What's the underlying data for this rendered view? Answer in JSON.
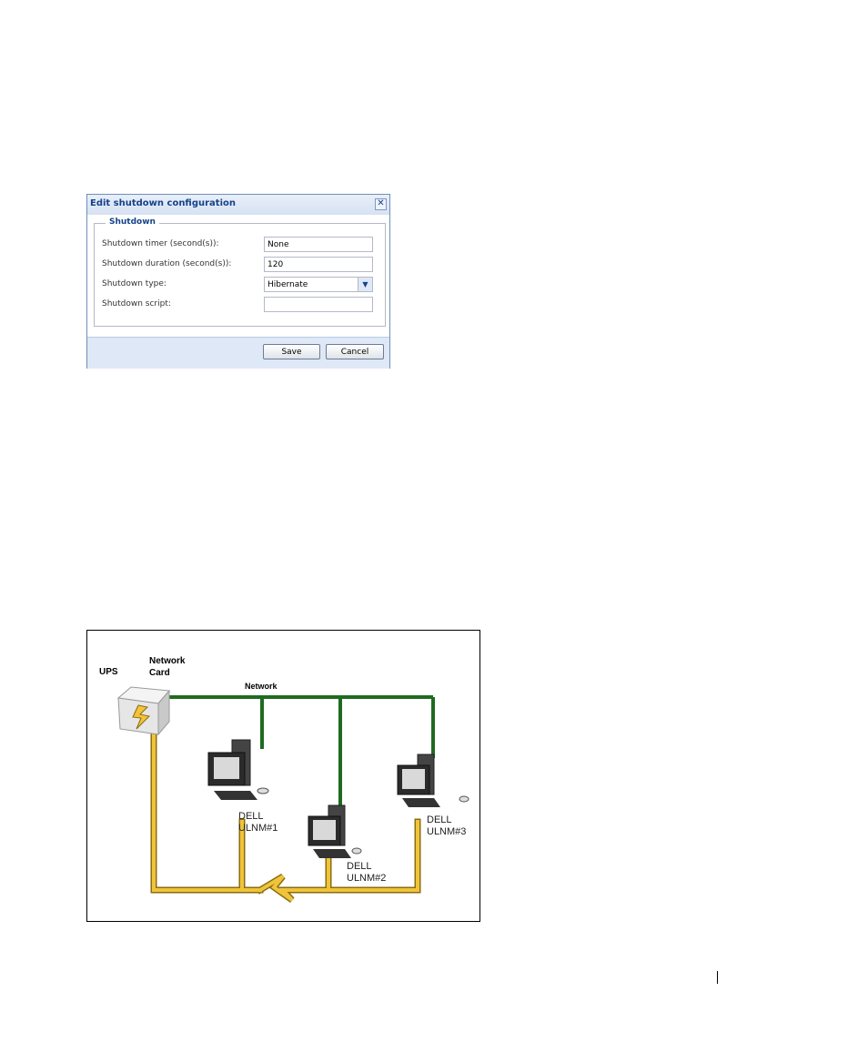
{
  "dialog": {
    "title": "Edit shutdown configuration",
    "close_glyph": "✕",
    "section_legend": "Shutdown",
    "fields": [
      {
        "label": "Shutdown timer (second(s)):",
        "value": "None",
        "type": "text"
      },
      {
        "label": "Shutdown duration (second(s)):",
        "value": "120",
        "type": "text"
      },
      {
        "label": "Shutdown type:",
        "value": "Hibernate",
        "type": "select"
      },
      {
        "label": "Shutdown script:",
        "value": "",
        "type": "text"
      }
    ],
    "save_label": "Save",
    "cancel_label": "Cancel",
    "dropdown_glyph": "▼"
  },
  "diagram": {
    "ups_label": "UPS",
    "network_card_label": "Network\nCard",
    "network_label": "Network",
    "devices": [
      {
        "label": "DELL\nULNM#1"
      },
      {
        "label": "DELL\nULNM#2"
      },
      {
        "label": "DELL\nULNM#3"
      }
    ],
    "colors": {
      "network_line": "#1f6b1f",
      "power_line": "#f0c43a",
      "power_outline": "#8a6d10"
    }
  }
}
